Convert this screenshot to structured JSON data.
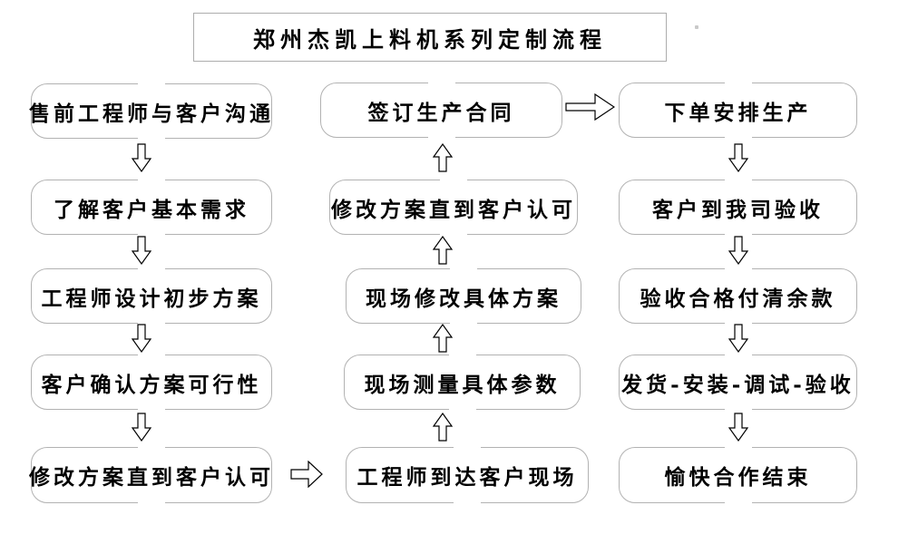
{
  "title": "郑州杰凯上料机系列定制流程",
  "flow": {
    "left_column": {
      "arrow_direction": "down",
      "boxes": [
        "售前工程师与客户沟通",
        "了解客户基本需求",
        "工程师设计初步方案",
        "客户确认方案可行性",
        "修改方案直到客户认可"
      ]
    },
    "middle_column": {
      "arrow_direction": "up",
      "boxes": [
        "签订生产合同",
        "修改方案直到客户认可",
        "现场修改具体方案",
        "现场测量具体参数",
        "工程师到达客户现场"
      ]
    },
    "right_column": {
      "arrow_direction": "down",
      "boxes": [
        "下单安排生产",
        "客户到我司验收",
        "验收合格付清余款",
        "发货-安装-调试-验收",
        "愉快合作结束"
      ]
    },
    "cross_arrows": [
      {
        "from": "修改方案直到客户认可",
        "to": "工程师到达客户现场",
        "direction": "right"
      },
      {
        "from": "签订生产合同",
        "to": "下单安排生产",
        "direction": "right"
      }
    ]
  },
  "colors": {
    "background": "#ffffff",
    "box_border": "#b2b2b2",
    "box_fill": "#ffffff",
    "arrow_outline": "#000000",
    "text": "#000000"
  }
}
